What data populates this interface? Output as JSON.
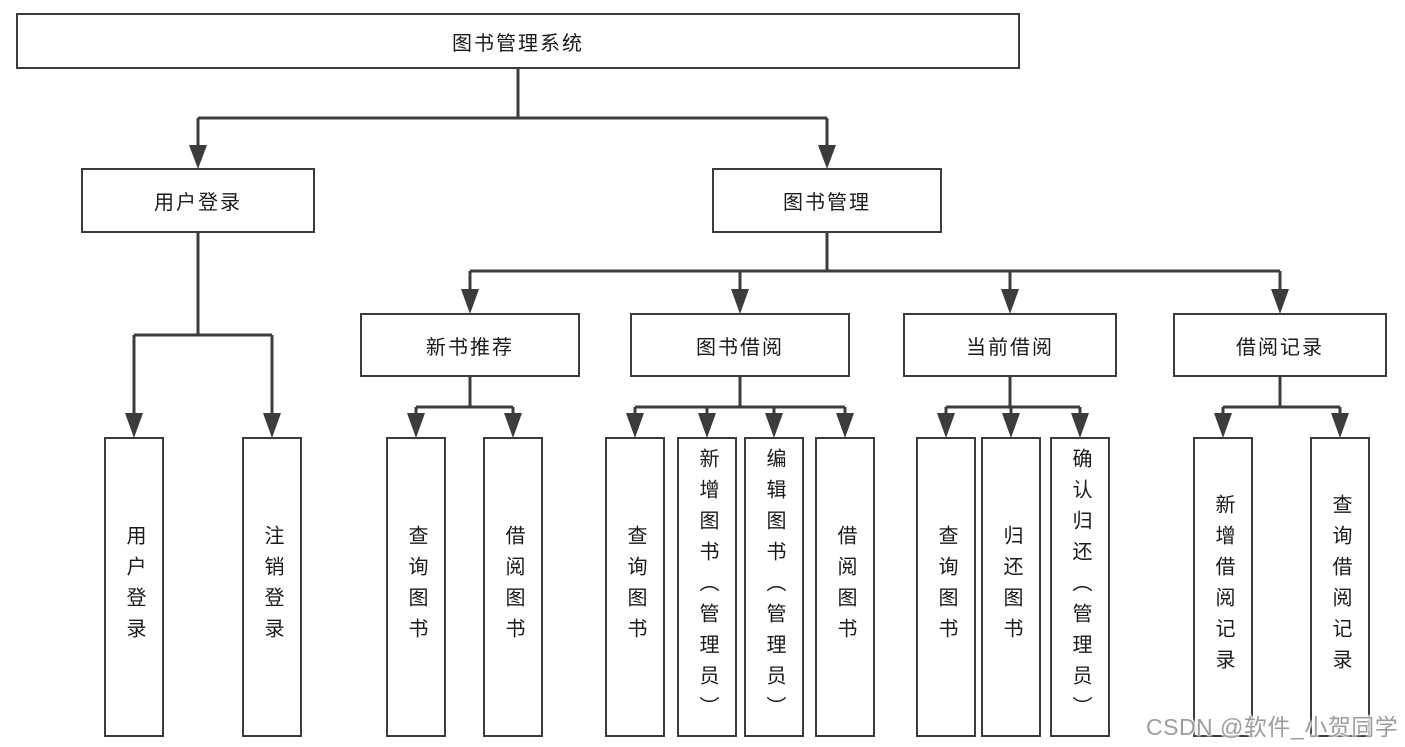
{
  "diagram": {
    "title": "图书管理系统",
    "colors": {
      "line": "#3c3c3c",
      "box_border": "#3b3b3b",
      "text": "#1a1a1a",
      "background": "#ffffff",
      "watermark": "#9d9d9d"
    },
    "nodes": {
      "root": "图书管理系统",
      "user_login": "用户登录",
      "book_management": "图书管理",
      "new_book_recommend": "新书推荐",
      "book_borrow": "图书借阅",
      "current_borrow": "当前借阅",
      "borrow_records": "借阅记录",
      "login": "用户登录",
      "logout": "注销登录",
      "nb_query_books": "查询图书",
      "nb_borrow_books": "借阅图书",
      "bb_query_books": "查询图书",
      "bb_add_books": "新增图书（管理员）",
      "bb_edit_books": "编辑图书（管理员）",
      "bb_borrow_books": "借阅图书",
      "cb_query_books": "查询图书",
      "cb_return_books": "归还图书",
      "cb_confirm_return": "确认归还（管理员）",
      "br_add_record": "新增借阅记录",
      "br_query_record": "查询借阅记录"
    }
  },
  "watermark": {
    "text": "CSDN @软件_小贺同学"
  }
}
